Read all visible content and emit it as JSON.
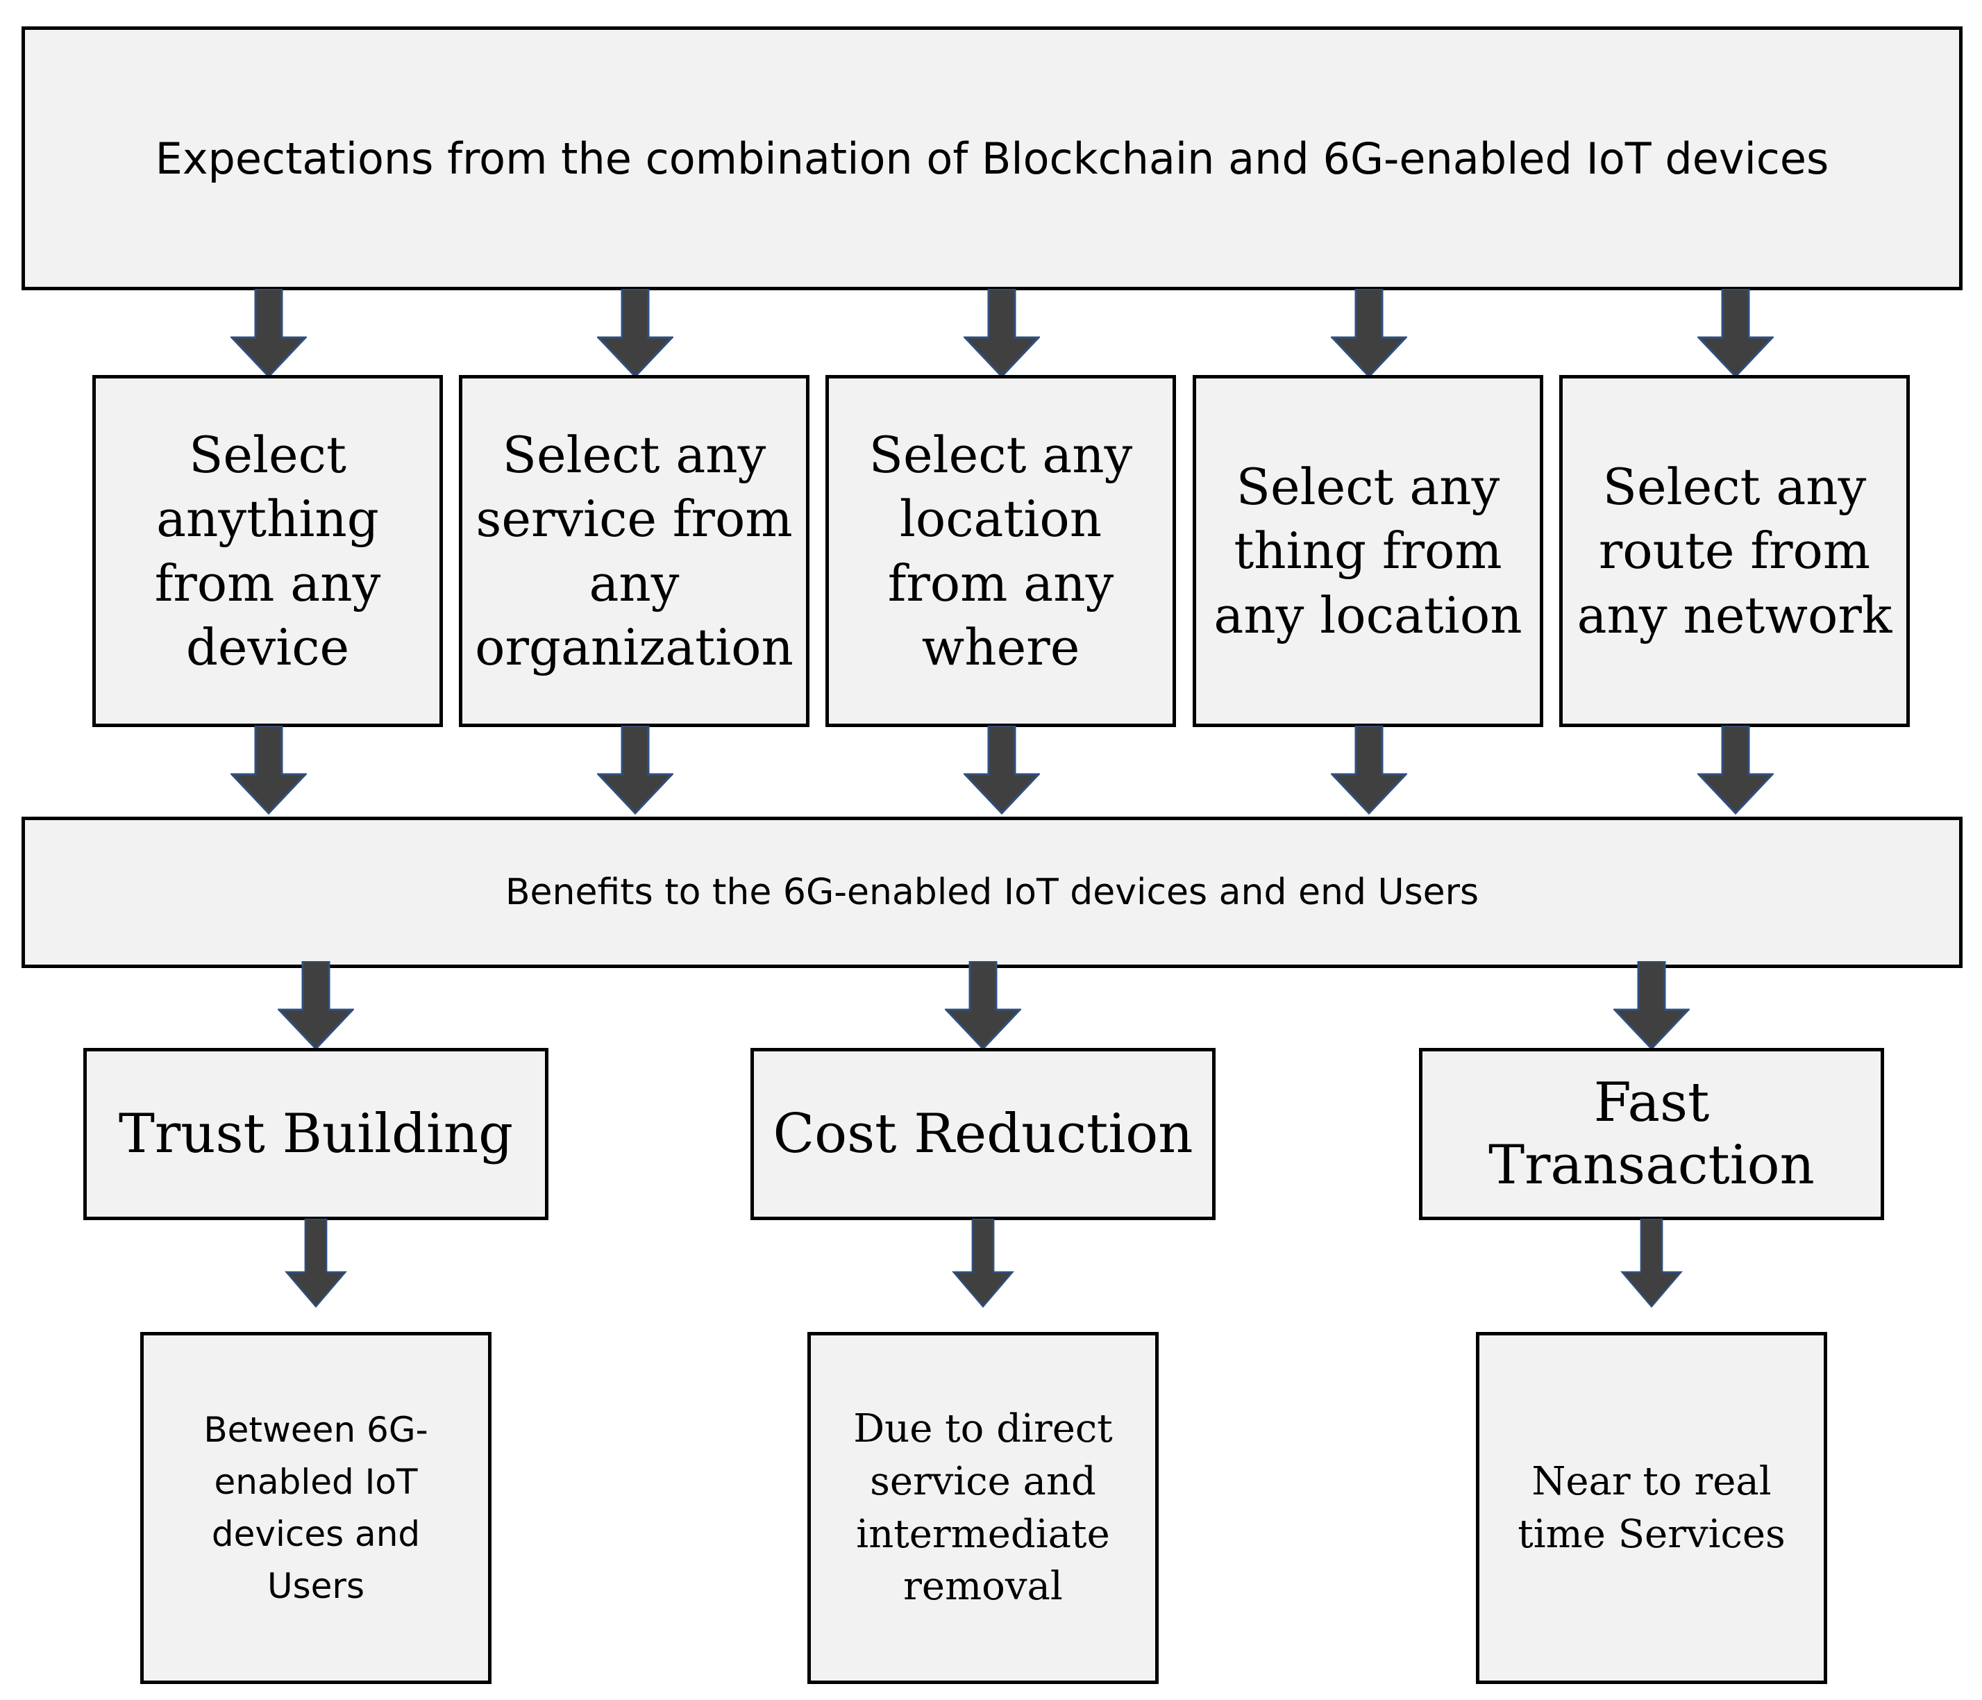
{
  "header": {
    "title": "Expectations from the combination of Blockchain and 6G-enabled IoT devices"
  },
  "expectations": [
    {
      "label": "Select anything from any device"
    },
    {
      "label": "Select any service from any organization"
    },
    {
      "label": "Select any location from any where"
    },
    {
      "label": "Select any thing from any location"
    },
    {
      "label": "Select any route from any network"
    }
  ],
  "benefits": {
    "title": "Benefits to the 6G-enabled IoT devices and end Users"
  },
  "outcomes": [
    {
      "label": "Trust Building",
      "detail": "Between 6G-enabled IoT devices and Users"
    },
    {
      "label": "Cost Reduction",
      "detail": "Due to direct service and intermediate removal"
    },
    {
      "label": "Fast Transaction",
      "detail": "Near to real time Services"
    }
  ],
  "colors": {
    "box_fill": "#f2f2f2",
    "box_border": "#000000",
    "arrow_fill": "#404040",
    "arrow_outline": "#2f4f7f"
  },
  "icons": {
    "connector": "down-arrow-icon"
  }
}
